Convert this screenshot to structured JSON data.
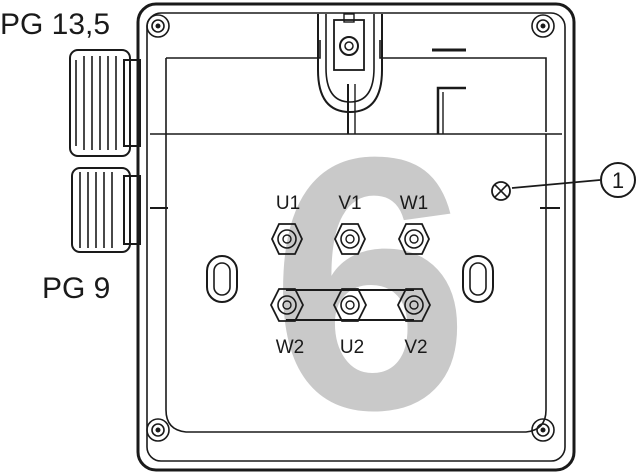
{
  "labels": {
    "cable_gland_large": "PG 13,5",
    "cable_gland_small": "PG 9",
    "terminal_top": [
      "U1",
      "V1",
      "W1"
    ],
    "terminal_bottom": [
      "W2",
      "U2",
      "V2"
    ],
    "callout": "1",
    "watermark": "6"
  },
  "colors": {
    "line": "#1a1a1a",
    "watermark": "#c9c9c9",
    "background": "#ffffff"
  },
  "icons": {
    "indicator_lamp": "cross-circle-icon",
    "screw": "screw-icon",
    "terminal_nut": "hex-nut-icon"
  }
}
